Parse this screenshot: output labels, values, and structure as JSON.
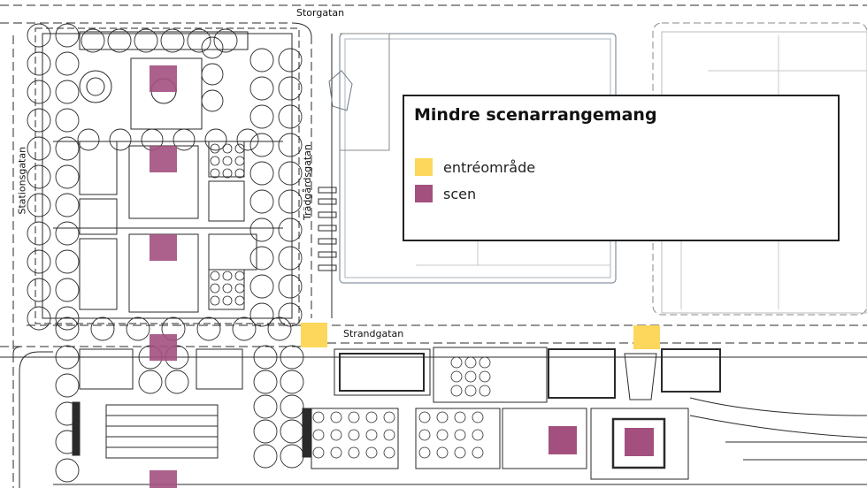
{
  "colors": {
    "entrance": "#fcd75b",
    "stage": "#a3507f",
    "line": "#2a2a2a",
    "light_line": "#9a9a9a",
    "background": "#ffffff"
  },
  "legend": {
    "title": "Mindre scenarrangemang",
    "items": [
      {
        "key": "entrance",
        "label": "entréområde"
      },
      {
        "key": "stage",
        "label": "scen"
      }
    ]
  },
  "streets": {
    "storgatan": "Storgatan",
    "stationsgatan": "Stationsgatan",
    "tradgardsgatan": "Trädgårdsgatan",
    "strandgatan": "Strandgatan"
  },
  "entrance_count": 2,
  "stage_count": 7
}
